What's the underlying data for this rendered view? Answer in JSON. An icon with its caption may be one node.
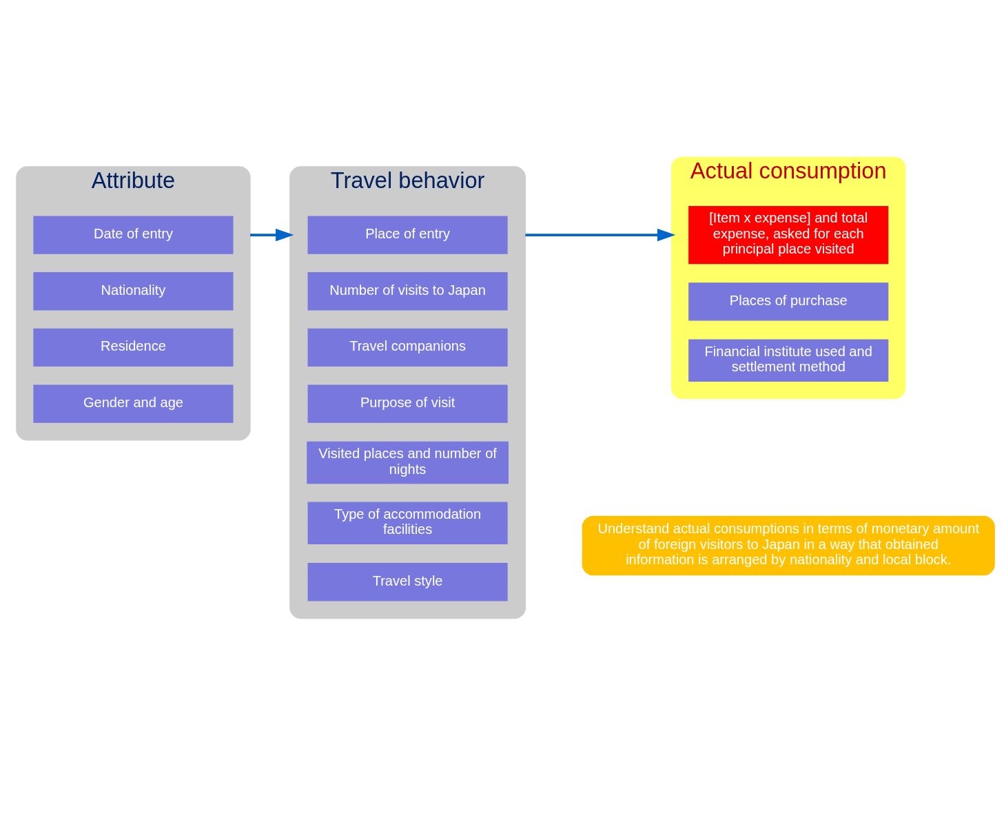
{
  "diagram": {
    "nodes": [
      {
        "text": [
          "Attribute"
        ]
      },
      {
        "text": [
          "Date of entry"
        ],
        "in": 0
      },
      {
        "text": [
          "Nationality"
        ],
        "in": 0
      },
      {
        "text": [
          "Residence"
        ],
        "in": 0
      },
      {
        "text": [
          "Gender and age"
        ],
        "in": 0
      },
      {
        "text": [
          "Travel behavior"
        ]
      },
      {
        "text": [
          "Place of entry"
        ],
        "in": 5
      },
      {
        "text": [
          "Number of visits to Japan"
        ],
        "in": 5
      },
      {
        "text": [
          "Travel companions"
        ],
        "in": 5
      },
      {
        "text": [
          "Purpose of visit"
        ],
        "in": 5
      },
      {
        "text": [
          "Visited places and number of nights"
        ],
        "in": 5
      },
      {
        "text": [
          "Type of accommodation facilities"
        ],
        "in": 5
      },
      {
        "text": [
          "Travel style"
        ],
        "in": 5
      },
      {
        "text": [
          "Actual consumption"
        ]
      },
      {
        "text": [
          "[Item x expense] and total expense, asked for each principal place visited"
        ],
        "in": 13
      },
      {
        "text": [
          "Places of purchase"
        ],
        "in": 13
      },
      {
        "text": [
          "Financial institute used and settlement method"
        ],
        "in": 13
      },
      {
        "text": [
          "Understand actual consumptions in terms of monetary amount of foreign visitors to Japan in a way that obtained information is arranged by nationality and local block."
        ]
      }
    ],
    "edges": [
      {
        "from": 0,
        "to": 5,
        "arrow": "to"
      },
      {
        "from": 5,
        "to": 13,
        "arrow": "to"
      }
    ]
  }
}
